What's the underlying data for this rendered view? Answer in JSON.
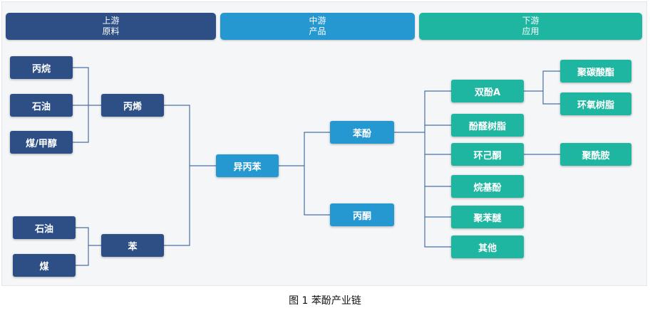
{
  "headers": {
    "upstream": {
      "line1": "上游",
      "line2": "原料"
    },
    "midstream": {
      "line1": "中游",
      "line2": "产品"
    },
    "downstream": {
      "line1": "下游",
      "line2": "应用"
    }
  },
  "nodes": {
    "propane": "丙烷",
    "petroleum_1": "石油",
    "coal_methanol": "煤/甲醇",
    "propylene": "丙烯",
    "petroleum_2": "石油",
    "coal": "煤",
    "benzene": "苯",
    "cumene": "异丙苯",
    "phenol": "苯酚",
    "acetone": "丙酮",
    "bisphenol_a": "双酚A",
    "phenolic_resin": "酚醛树脂",
    "cyclohexanone": "环己酮",
    "alkylphenol": "烷基酚",
    "polyphenylene_ether": "聚苯醚",
    "others": "其他",
    "polycarbonate": "聚碳酸酯",
    "epoxy_resin": "环氧树脂",
    "polyamide": "聚酰胺"
  },
  "caption": "图 1 苯酚产业链",
  "colors": {
    "upstream": "#2d4f86",
    "midstream": "#2598d2",
    "downstream": "#1fb6a1",
    "connector": "#4a6fa5"
  }
}
